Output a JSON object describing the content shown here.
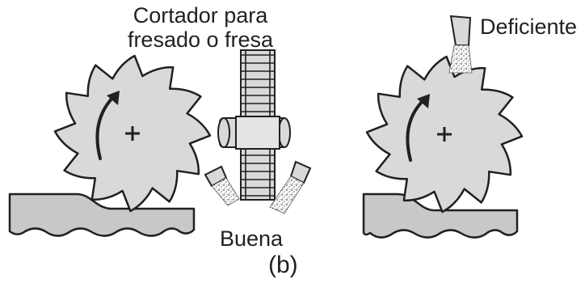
{
  "labels": {
    "cutter_line1": "Cortador para",
    "cutter_line2": "fresado o fresa",
    "good": "Buena",
    "bad": "Deficiente",
    "subfigure": "(b)"
  },
  "colors": {
    "ink": "#231f20",
    "cutter_fill": "#d9d9d9",
    "workpiece_fill": "#c8c8c8",
    "spray": "#6e6e6e"
  },
  "icons": {
    "cutter": "saw-tooth-milling-cutter",
    "rotation": "curved-rotation-arrow",
    "center": "plus-sign",
    "nozzle": "coolant-nozzle"
  }
}
